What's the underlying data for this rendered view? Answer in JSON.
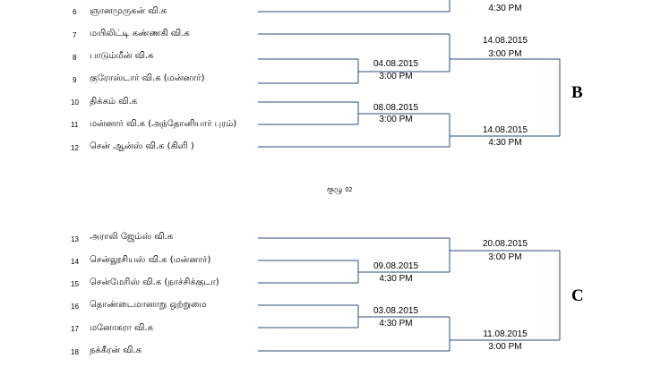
{
  "rows": [
    {
      "num": "6",
      "team": "ஞானமுருகன் வி.க"
    },
    {
      "num": "7",
      "team": "மயிலிட்டி கண்ணகி வி.க"
    },
    {
      "num": "8",
      "team": "பாடும்மீன் வி.க"
    },
    {
      "num": "9",
      "team": "குரோஸ்டார் வி.க (மன்னார்)"
    },
    {
      "num": "10",
      "team": "திக்கம் வி.க"
    },
    {
      "num": "11",
      "team": "மன்னார் வி.க (அந்தோனியார் புரம்)"
    },
    {
      "num": "12",
      "team": "சென் ஆன்ஸ் வி.க (கிளி )"
    },
    {
      "num": "13",
      "team": "அராலி ஜேம்ஸ்  வி.க"
    },
    {
      "num": "14",
      "team": "சென்லூசியஸ்  வி.க (மன்னார்)"
    },
    {
      "num": "15",
      "team": "சென்மேரிஸ்  வி.க (நாச்சிக்குடா)"
    },
    {
      "num": "16",
      "team": "தொண்டைமானாறு ஒற்றுமை"
    },
    {
      "num": "17",
      "team": "மனோகரா  வி.க"
    },
    {
      "num": "18",
      "team": "நக்கீரன்  வி.க"
    }
  ],
  "matches": [
    {
      "date": "",
      "time": "4:30 PM"
    },
    {
      "date": "14.08.2015",
      "time": "3:00 PM"
    },
    {
      "date": "04.08.2015",
      "time": "3:00 PM"
    },
    {
      "date": "08.08.2015",
      "time": "3:00 PM"
    },
    {
      "date": "14.08.2015",
      "time": "4:30 PM"
    },
    {
      "date": "20.08.2015",
      "time": "3:00 PM"
    },
    {
      "date": "09.08.2015",
      "time": "4:30 PM"
    },
    {
      "date": "03.08.2015",
      "time": "4:30 PM"
    },
    {
      "date": "11.08.2015",
      "time": "3:00 PM"
    }
  ],
  "pools": [
    "B",
    "C"
  ],
  "group": {
    "label": "குழு",
    "number": "02"
  }
}
